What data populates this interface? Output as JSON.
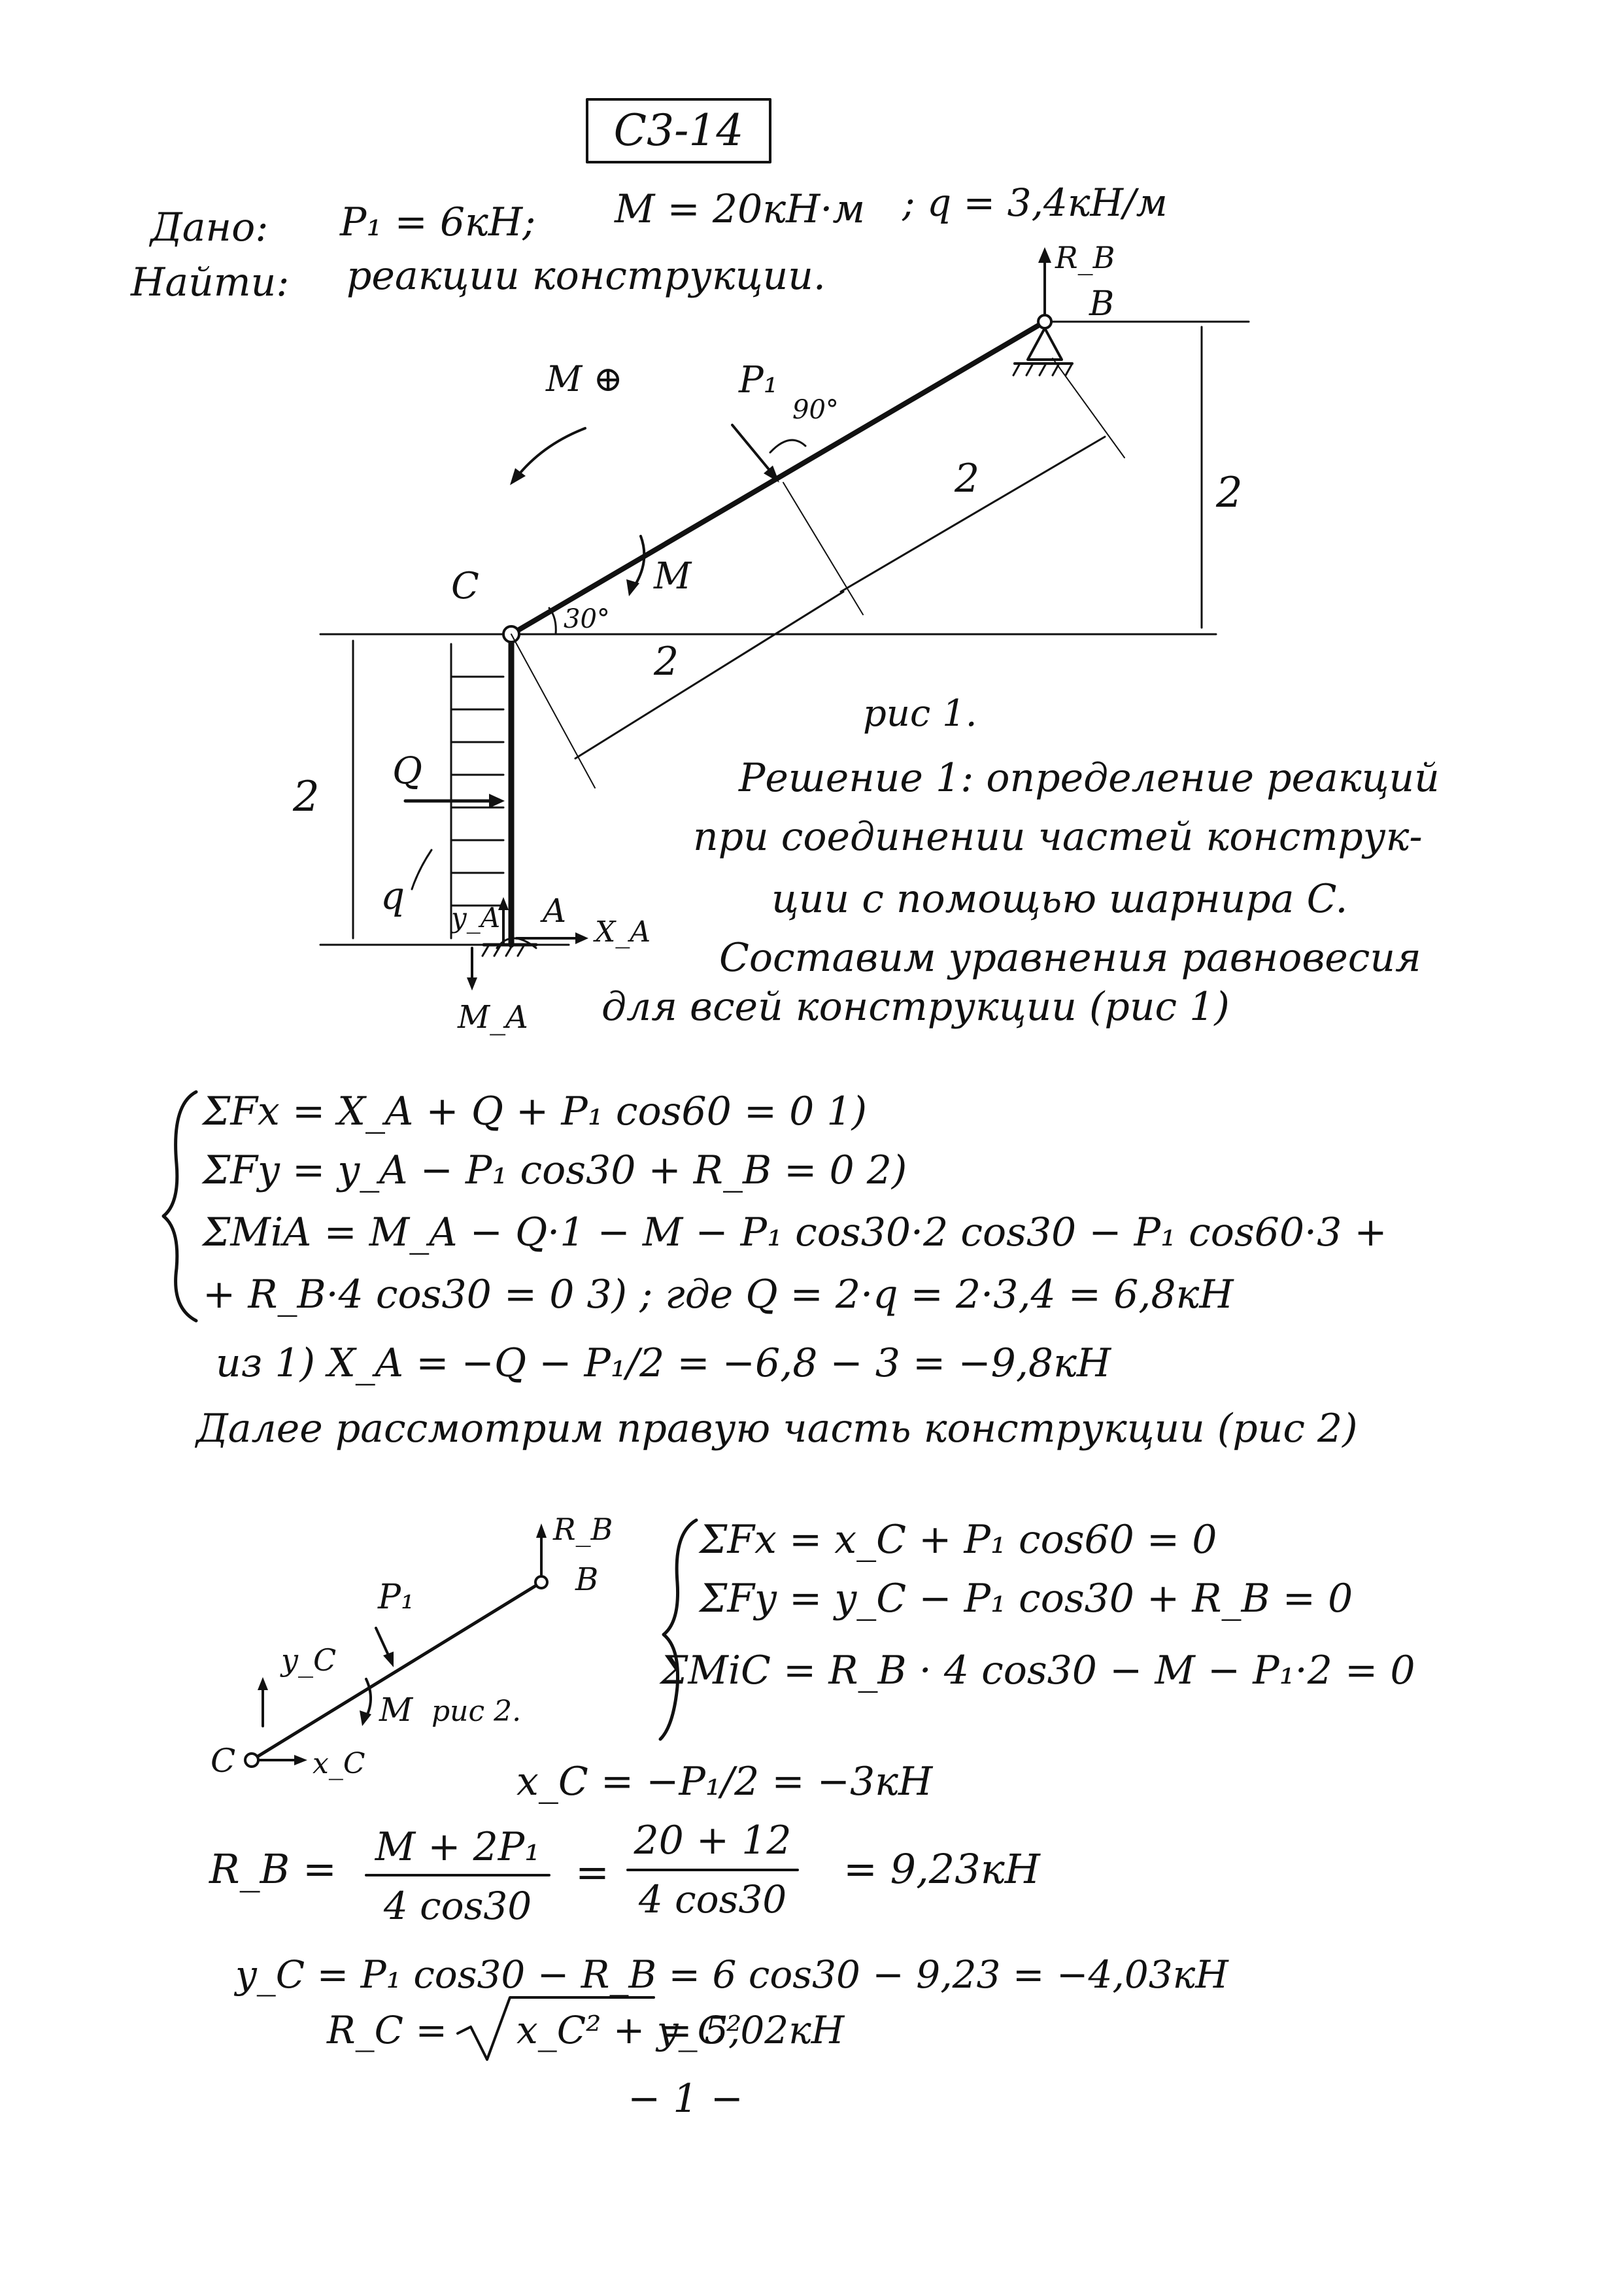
{
  "header": {
    "problem_code": "C3-14"
  },
  "given": {
    "label": "Дано:",
    "p1": "P₁ = 6кН;",
    "m": "M = 20кН·м",
    "q": "; q = 3,4кН/м"
  },
  "find": {
    "label": "Найти:",
    "text": "реакции конструкции."
  },
  "figure1": {
    "caption": "рис 1.",
    "moment_sign": "M ⊕",
    "angle_90": "90°",
    "angle_30": "30°",
    "dim_vertical_right": "2",
    "dim_vertical_left": "2",
    "dim_upper": "2",
    "dim_lower": "2",
    "point_b": "B",
    "point_c": "C",
    "point_a": "A",
    "rb": "R_B",
    "p1": "P₁",
    "m": "M",
    "q_resultant": "Q",
    "q_load": "q",
    "ya": "y_A",
    "xa": "X_A",
    "ma": "M_A"
  },
  "solution_text": [
    "Решение 1: определение реакций",
    "при соединении частей конструк-",
    "ции с помощью шарнира C.",
    "Составим уравнения равновесия",
    "для всей конструкции (рис 1)"
  ],
  "equations_system1": [
    "ΣFx = X_A + Q + P₁ cos60 = 0    1)",
    "ΣFy = y_A − P₁ cos30 + R_B = 0    2)",
    "ΣMiA = M_A − Q·1 − M − P₁ cos30·2 cos30 − P₁ cos60·3 +",
    "+ R_B·4 cos30 = 0    3)    ; где Q = 2·q = 2·3,4 = 6,8кН"
  ],
  "from1": "из 1)   X_A = −Q − P₁/2 = −6,8 − 3 = −9,8кН",
  "next_text": "Далее рассмотрим правую часть конструкции (рис 2)",
  "figure2": {
    "rb": "R_B",
    "b": "B",
    "p1": "P₁",
    "yc": "y_C",
    "m": "M",
    "caption": "рис 2.",
    "c": "C",
    "xc": "x_C"
  },
  "equations_system2": [
    "ΣFx = x_C + P₁ cos60 = 0",
    "ΣFy = y_C − P₁ cos30 + R_B = 0",
    "ΣMiC = R_B · 4 cos30 − M − P₁·2 = 0"
  ],
  "results": {
    "xc": "x_C = −P₁/2 = −3кН",
    "rb_lhs": "R_B =",
    "rb_num": "M + 2P₁",
    "rb_den": "4 cos30",
    "rb_eq": "=",
    "rb_num2": "20 + 12",
    "rb_den2": "4 cos30",
    "rb_val": "= 9,23кН",
    "yc": "y_C = P₁ cos30 − R_B = 6 cos30 − 9,23 = −4,03кН",
    "rc_lhs": "R_C =",
    "rc_rad": "x_C² + y_C²",
    "rc_val": "= 5,02кН"
  },
  "page_number": "− 1 −"
}
